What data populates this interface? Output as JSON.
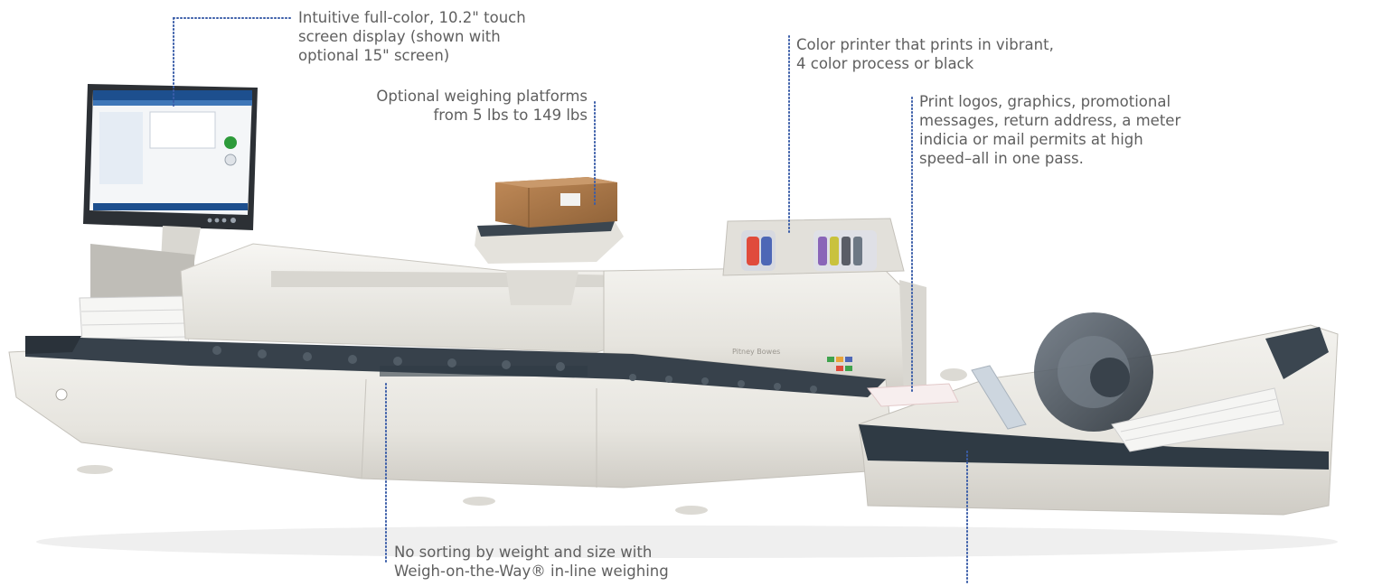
{
  "callouts": {
    "touch_screen": [
      "Intuitive full-color, 10.2\" touch",
      "screen display (shown with",
      "optional 15\" screen)"
    ],
    "weighing_platforms": [
      "Optional weighing platforms",
      "from 5 lbs to 149 lbs"
    ],
    "color_printer": [
      "Color printer that prints in vibrant,",
      "4 color process or black"
    ],
    "print_logos": [
      "Print logos, graphics, promotional",
      "messages, return address, a meter",
      "indicia or mail permits at high",
      "speed–all in one pass."
    ],
    "no_sorting": [
      "No sorting by weight and size with",
      "Weigh-on-the-Way® in-line weighing"
    ]
  },
  "colors": {
    "machine_body": "#e9e7e1",
    "machine_shadow": "#c9c6bf",
    "dark_trim": "#2f3a44",
    "screen_blue": "#1d4f8e",
    "box": "#a8764a",
    "leader_line": "#3a5da8",
    "text": "#5f5f5f"
  }
}
